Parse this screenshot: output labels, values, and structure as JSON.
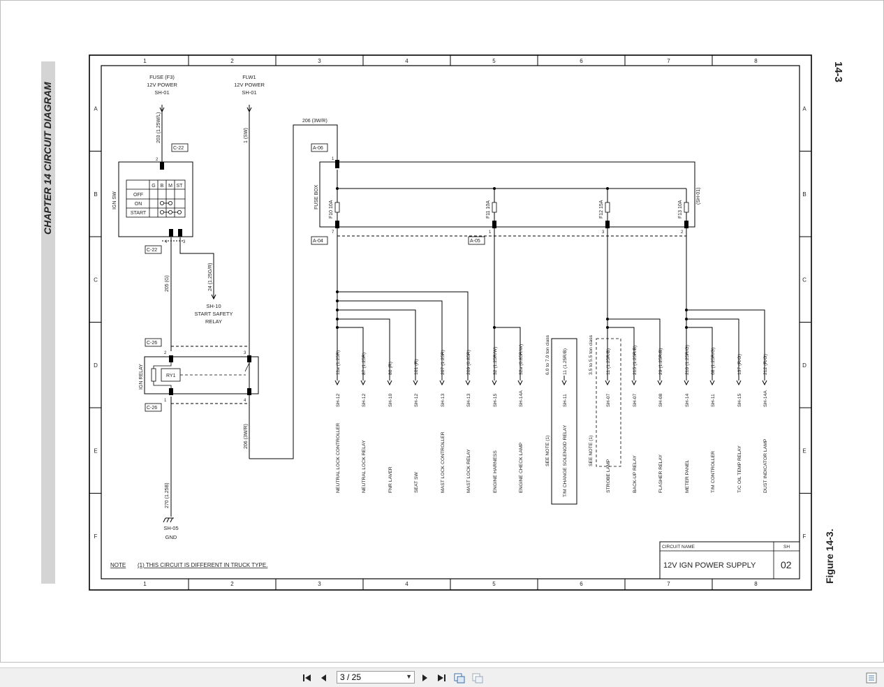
{
  "viewer": {
    "page_indicator": "3 / 25",
    "icons": [
      "first-page-icon",
      "prev-page-icon",
      "next-page-icon",
      "last-page-icon",
      "fit-page-icon",
      "fit-width-icon",
      "side-panel-icon"
    ]
  },
  "side": {
    "chapter": "CHAPTER 14 CIRCUIT DIAGRAM",
    "page_no": "14-3",
    "figure": "Figure 14-3."
  },
  "grid": {
    "cols": [
      "1",
      "2",
      "3",
      "4",
      "5",
      "6",
      "7",
      "8"
    ],
    "rows": [
      "A",
      "B",
      "C",
      "D",
      "E",
      "F"
    ]
  },
  "sources": {
    "fuse_f3": [
      "FUSE (F3)",
      "12V POWER",
      "SH-01"
    ],
    "flw1": [
      "FLW1",
      "12V POWER",
      "SH-01"
    ]
  },
  "wires": {
    "w203": "203 (1.25W/L)",
    "w1": "1 (SW)",
    "w206top": "206 (3W/R)",
    "w205": "205 (G)",
    "w24": "24 (1.25G/R)",
    "w206bot": "206 (3W/R)",
    "w270": "270 (1.25B)"
  },
  "connectors": {
    "c22a": "C-22",
    "c22b": "C-22",
    "c26a": "C-26",
    "c26b": "C-26",
    "a06": "A-06",
    "a04": "A-04",
    "a05": "A-05"
  },
  "pins": {
    "p2a": "2",
    "p4a": "4",
    "p3a": "3",
    "p2b": "2",
    "p1b": "1",
    "p3b": "3",
    "p4b": "4",
    "p1c": "1",
    "p7c": "7",
    "p1d": "1",
    "p3d": "3",
    "p2d": "2"
  },
  "ign_sw": {
    "label": "IGN SW",
    "headers": [
      "G",
      "B",
      "M",
      "ST"
    ],
    "rows": [
      "OFF",
      "ON",
      "START"
    ]
  },
  "start_relay": [
    "SH-10",
    "START SAFETY",
    "RELAY"
  ],
  "ign_relay": {
    "label": "IGN RELAY",
    "ry": "RY1"
  },
  "gnd": [
    "SH-05",
    "GND"
  ],
  "fuse_box": {
    "label": "FUSE BOX",
    "sh01": "(SH-01)",
    "fuses": [
      "F10 10A",
      "F11 10A",
      "F12 15A",
      "F13 10A"
    ]
  },
  "branches": [
    {
      "wire": "11a (1.25R)",
      "sheet": "SH-12",
      "dest": "NEUTRAL LOCK CONTROLLER"
    },
    {
      "wire": "87 (1.25R)",
      "sheet": "SH-12",
      "dest": "NEUTRAL LOCK RELAY"
    },
    {
      "wire": "86 (R)",
      "sheet": "SH-10",
      "dest": "FNR LAVER"
    },
    {
      "wire": "101 (R)",
      "sheet": "SH-12",
      "dest": "SEAT SW"
    },
    {
      "wire": "207 (1.25R)",
      "sheet": "SH-13",
      "dest": "MAST LOCK CONTROLLER"
    },
    {
      "wire": "209 (0.85R)",
      "sheet": "SH-13",
      "dest": "MAST LOCK RELAY"
    },
    {
      "wire": "32 (1.25R/W)",
      "sheet": "SH-15",
      "dest": "ENGINE HARNESS"
    },
    {
      "wire": "32a (0.85R/W)",
      "sheet": "SH-14A",
      "dest": "ENGINE CHECK LAMP"
    },
    {
      "wire": "6.0 to 7.0 ton class",
      "sheet": "",
      "dest": "SEE NOTE (1)"
    },
    {
      "wire": "11 (1.25R/B)",
      "sheet": "SH-11",
      "dest": "T/M CHANGE SOLENOID RELAY"
    },
    {
      "wire": "3.5 to 5.5 ton class",
      "sheet": "",
      "dest": "SEE NOTE (1)"
    },
    {
      "wire": "11 (1.25R/B)",
      "sheet": "SH-07",
      "dest": "STROBE LAMP"
    },
    {
      "wire": "215 (1.25R/B)",
      "sheet": "SH-07",
      "dest": "BACK-UP RELAY"
    },
    {
      "wire": "29 (1.25R/B)",
      "sheet": "SH-08",
      "dest": "FLASHER RELAY"
    },
    {
      "wire": "210 (1.25R/G)",
      "sheet": "SH-14",
      "dest": "METER PANEL"
    },
    {
      "wire": "68 (1.25R/G)",
      "sheet": "SH-11",
      "dest": "T/M CONTROLLER"
    },
    {
      "wire": "137 (R/G)",
      "sheet": "SH-15",
      "dest": "T/C OIL TEMP RELAY"
    },
    {
      "wire": "212 (R/G)",
      "sheet": "SH-14A",
      "dest": "DUST INDICATOR LAMP"
    }
  ],
  "note": {
    "label": "NOTE",
    "text": "(1) THIS CIRCUIT IS DIFFERENT IN TRUCK TYPE."
  },
  "title_block": {
    "circuit_name_label": "CIRCUIT NAME",
    "sh_label": "SH",
    "circuit_name": "12V IGN POWER SUPPLY",
    "sheet": "02"
  }
}
